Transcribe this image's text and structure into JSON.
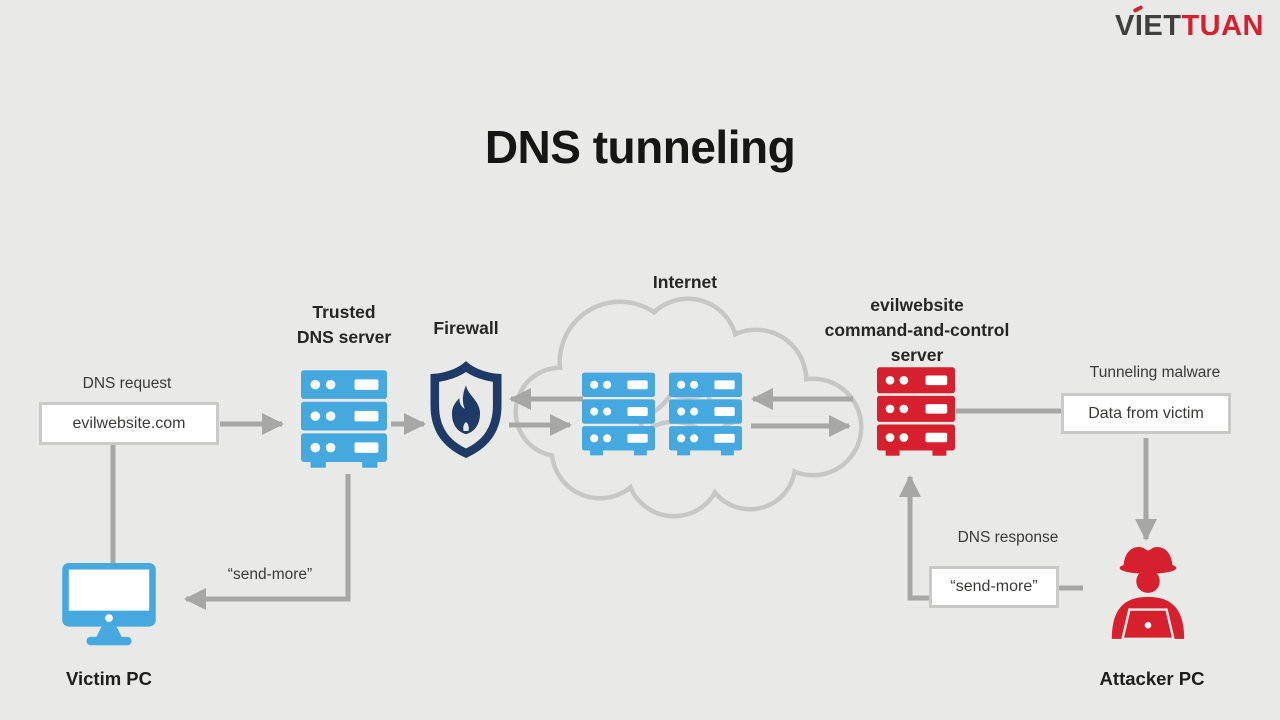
{
  "logo": {
    "prefix": "V",
    "accent_letter": "I",
    "middle": "ET",
    "suffix": "TUAN"
  },
  "title": "DNS tunneling",
  "labels": {
    "dns_request": "DNS request",
    "evil_domain": "evilwebsite.com",
    "trusted_dns_line1": "Trusted",
    "trusted_dns_line2": "DNS server",
    "firewall": "Firewall",
    "internet": "Internet",
    "c2_line1": "evilwebsite",
    "c2_line2": "command-and-control",
    "c2_line3": "server",
    "tunneling_malware": "Tunneling malware",
    "data_from_victim": "Data from victim",
    "dns_response": "DNS response",
    "send_more_response": "“send-more”",
    "send_more_left": "“send-more”",
    "victim_pc": "Victim PC",
    "attacker_pc": "Attacker PC"
  },
  "colors": {
    "bg": "#e9e9e8",
    "ink": "#262626",
    "text": "#3a3a39",
    "blue": "#45a8df",
    "navy": "#1e3a66",
    "red": "#d6202e",
    "arrow": "#a7a7a6",
    "cloud": "#c7c7c6",
    "box-border": "#c9c9c8",
    "box-bg": "#ffffff",
    "logo-dark": "#3f3f3e"
  }
}
